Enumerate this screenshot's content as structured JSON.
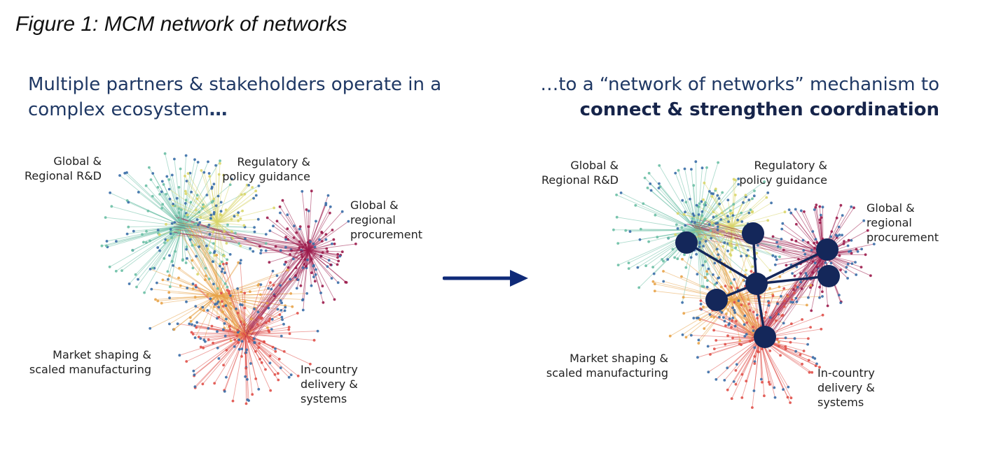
{
  "figure_title": "Figure 1: MCM network of networks",
  "left_panel": {
    "heading_line1": "Multiple partners & stakeholders operate in a",
    "heading_line2_regular": "complex ecosystem",
    "heading_line2_bold": "…",
    "labels": {
      "rnd": [
        "Global &",
        "Regional R&D"
      ],
      "regulatory": [
        "Regulatory &",
        "policy guidance"
      ],
      "procurement": [
        "Global &",
        "regional",
        "procurement"
      ],
      "market": [
        "Market shaping &",
        "scaled manufacturing"
      ],
      "delivery": [
        "In-country",
        "delivery &",
        "systems"
      ]
    }
  },
  "right_panel": {
    "heading_line1": "…to a “network of networks” mechanism to",
    "heading_line2_bold": "connect & strengthen coordination",
    "labels": {
      "rnd": [
        "Global &",
        "Regional R&D"
      ],
      "regulatory": [
        "Regulatory &",
        "policy guidance"
      ],
      "procurement": [
        "Global &",
        "regional",
        "procurement"
      ],
      "market": [
        "Market shaping &",
        "scaled manufacturing"
      ],
      "delivery": [
        "In-country",
        "delivery &",
        "systems"
      ]
    }
  },
  "colors": {
    "heading_blue": "#1f3864",
    "hub_navy": "#14275a",
    "arrow_navy": "#0f2a78",
    "cluster_rnd": "#6bbfa5",
    "cluster_regulatory": "#d9d66a",
    "cluster_procurement": "#9c1c4c",
    "cluster_market": "#e8a44a",
    "cluster_delivery": "#e0514a",
    "node_blue": "#3a6ea8"
  }
}
